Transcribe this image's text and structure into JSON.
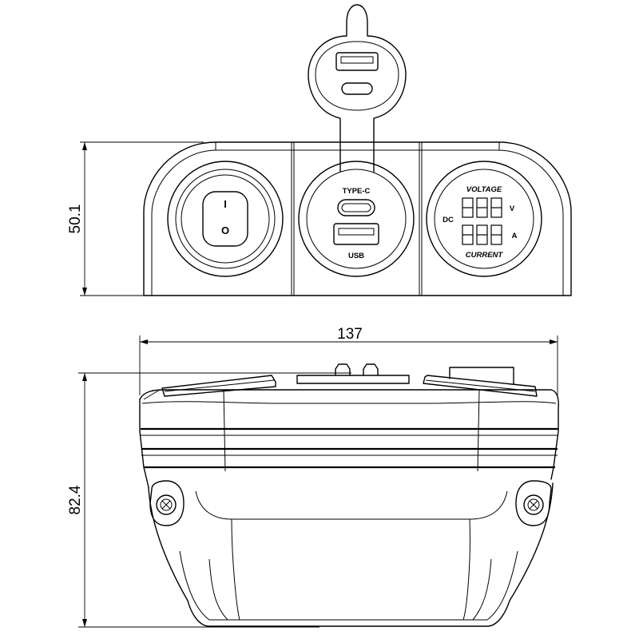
{
  "dimensions": {
    "height_top_view": "50.1",
    "width": "137",
    "height_side_view": "82.4"
  },
  "labels": {
    "type_c": "TYPE-C",
    "usb": "USB",
    "voltage": "VOLTAGE",
    "current": "CURRENT",
    "dc": "DC",
    "volt_unit": "V",
    "amp_unit": "A",
    "switch_on": "I",
    "switch_off": "O"
  }
}
